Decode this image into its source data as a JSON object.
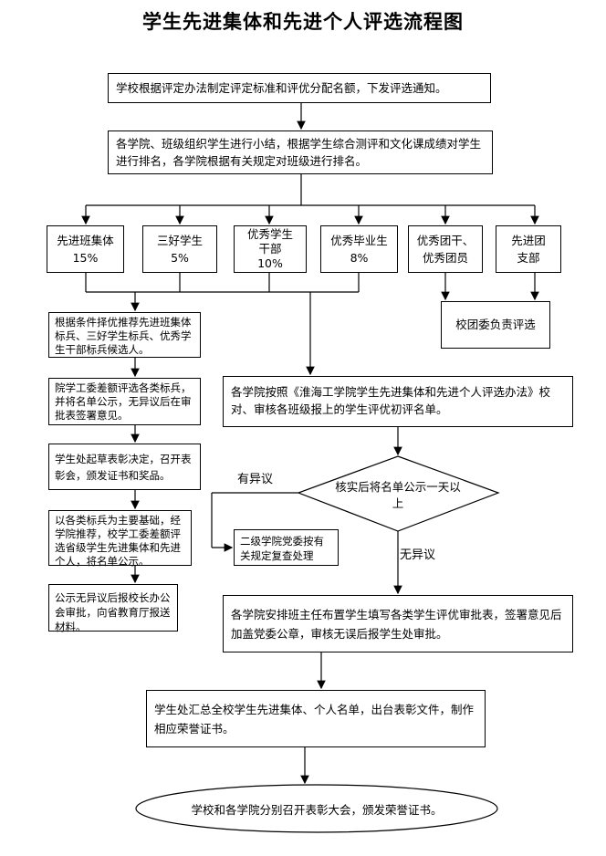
{
  "title": "学生先进集体和先进个人评选流程图",
  "steps": {
    "s1": "学校根据评定办法制定评定标准和评优分配名额，下发评选通知。",
    "s2": "各学院、班级组织学生进行小结，根据学生综合测评和文化课成绩对学生进行排名，各学院根据有关规定对班级进行排名。",
    "cat1_name": "先进班集体",
    "cat1_pct": "15%",
    "cat2_name": "三好学生",
    "cat2_pct": "5%",
    "cat3_name": "优秀学生干部",
    "cat3_pct": "10%",
    "cat4_name": "优秀毕业生",
    "cat4_pct": "8%",
    "cat5_name": "优秀团干、优秀团员",
    "cat6_name": "先进团支部",
    "youth_league": "校团委负责评选",
    "left1": "根据条件择优推荐先进班集体标兵、三好学生标兵、优秀学生干部标兵候选人。",
    "left2": "院学工委差额评选各类标兵，并将名单公示，无异议后在审批表签署意见。",
    "left3": "学生处起草表彰决定，召开表彰会，颁发证书和奖品。",
    "left4": "以各类标兵为主要基础，经学院推荐，校学工委差额评选省级学生先进集体和先进个人，将名单公示。",
    "left5": "公示无异议后报校长办公会审批，向省教育厅报送材料。",
    "review": "各学院按照《淮海工学院学生先进集体和先进个人评选办法》校对、审核各班级报上的学生评优初评名单。",
    "decision": "核实后将名单公示一天以上",
    "objection": "有异议",
    "no_objection": "无异议",
    "recheck": "二级学院党委按有关规定复查处理",
    "approval": "各学院安排班主任布置学生填写各类学生评优审批表，签署意见后加盖党委公章，审核无误后报学生处审批。",
    "summary": "学生处汇总全校学生先进集体、个人名单，出台表彰文件，制作相应荣誉证书。",
    "final": "学校和各学院分别召开表彰大会，颁发荣誉证书。"
  }
}
